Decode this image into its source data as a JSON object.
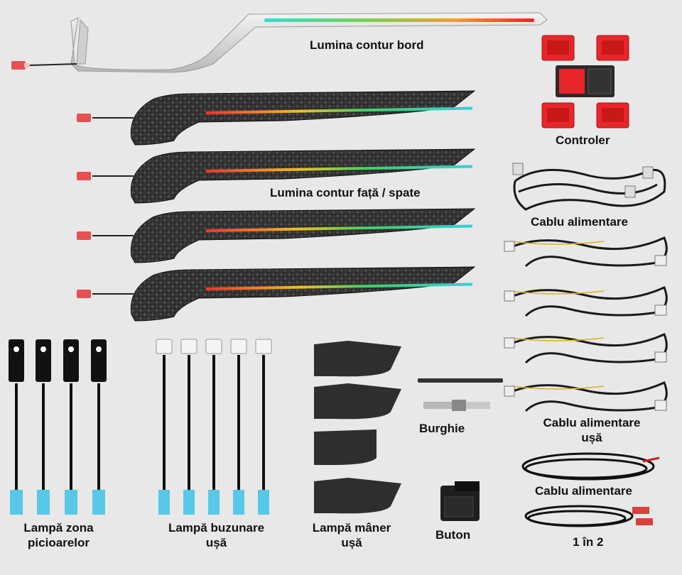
{
  "labels": {
    "dashboard": "Lumina contur bord",
    "controller": "Controler",
    "front_rear": "Lumina contur față / spate",
    "power_cable": "Cablu alimentare",
    "drill": "Burghie",
    "door_power_cable_1": "Cablu alimentare",
    "door_power_cable_2": "ușă",
    "power_cable_2": "Cablu alimentare",
    "splitter": "1 în 2",
    "foot_lamp_1": "Lampă zona",
    "foot_lamp_2": "picioarelor",
    "pocket_lamp_1": "Lampă buzunare",
    "pocket_lamp_2": "ușă",
    "handle_lamp_1": "Lampă mâner",
    "handle_lamp_2": "ușă",
    "button": "Buton"
  },
  "colors": {
    "background": "#e8e8e8",
    "carbon": "#2a2a2a",
    "connector_red": "#e85050",
    "connector_blue": "#58c8e8",
    "controller_red": "#e8262a"
  }
}
